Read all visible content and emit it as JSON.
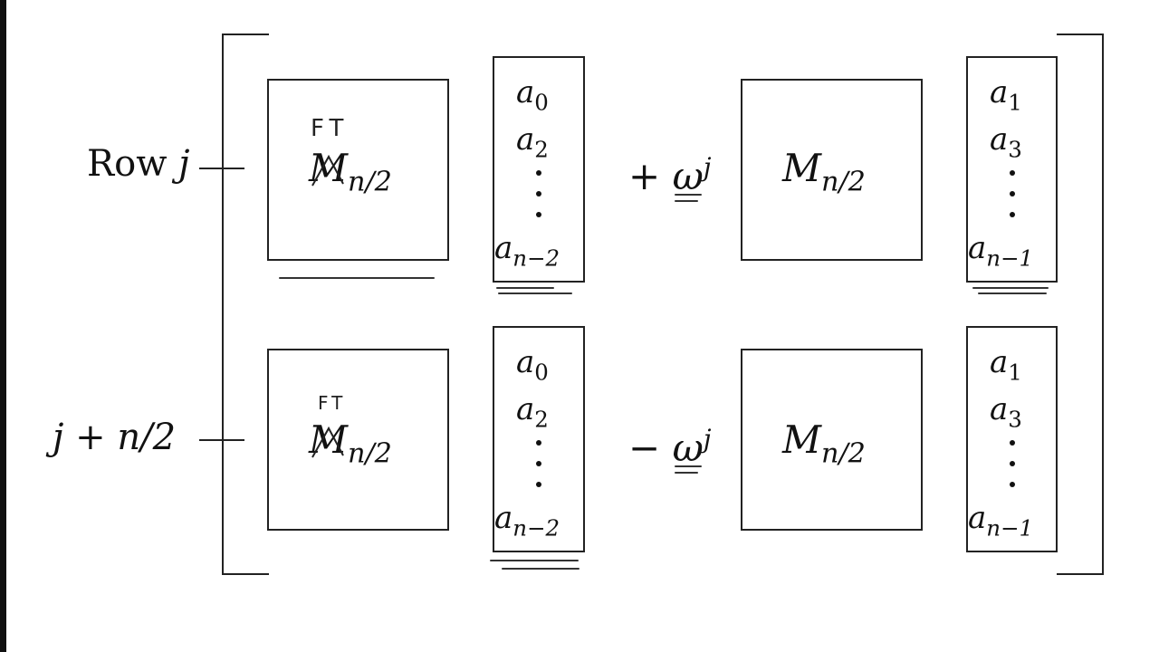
{
  "labels": {
    "row_j_prefix": "Row",
    "row_j_var": "j",
    "row_j2": "j + n/2"
  },
  "blocks": {
    "top_left": {
      "base": "M",
      "sub": "n/2",
      "annotation": "FT"
    },
    "top_right": {
      "base": "M",
      "sub": "n/2"
    },
    "bottom_left": {
      "base": "M",
      "sub": "n/2",
      "annotation": "FT"
    },
    "bottom_right": {
      "base": "M",
      "sub": "n/2"
    }
  },
  "operators": {
    "top": {
      "sign": "+",
      "base": "ω",
      "sup": "j"
    },
    "bottom": {
      "sign": "−",
      "base": "ω",
      "sup": "j"
    }
  },
  "vectors": {
    "even": {
      "first": {
        "base": "a",
        "sub": "0"
      },
      "second": {
        "base": "a",
        "sub": "2"
      },
      "last": {
        "base": "a",
        "sub": "n−2"
      }
    },
    "odd": {
      "first": {
        "base": "a",
        "sub": "1"
      },
      "second": {
        "base": "a",
        "sub": "3"
      },
      "last": {
        "base": "a",
        "sub": "n−1"
      }
    }
  }
}
